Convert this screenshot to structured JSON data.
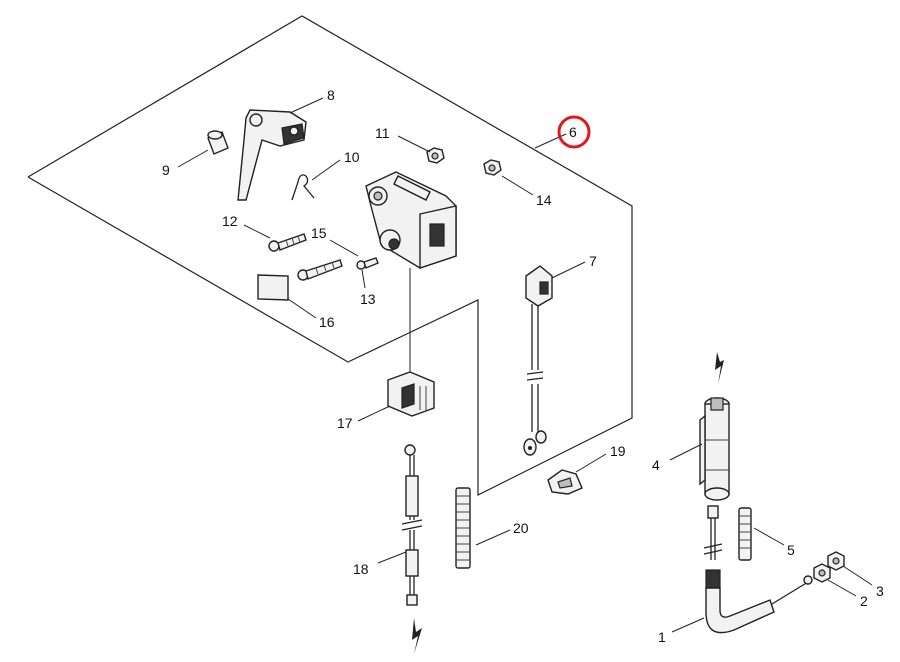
{
  "callouts": {
    "c1": "1",
    "c2": "2",
    "c3": "3",
    "c4": "4",
    "c5": "5",
    "c6": "6",
    "c7": "7",
    "c8": "8",
    "c9": "9",
    "c10": "10",
    "c11": "11",
    "c12": "12",
    "c13": "13",
    "c14": "14",
    "c15": "15",
    "c16": "16",
    "c17": "17",
    "c18": "18",
    "c19": "19",
    "c20": "20"
  },
  "highlight": {
    "callout": "6",
    "color": "#e0191e"
  },
  "colors": {
    "line": "#222222",
    "background": "#ffffff"
  }
}
